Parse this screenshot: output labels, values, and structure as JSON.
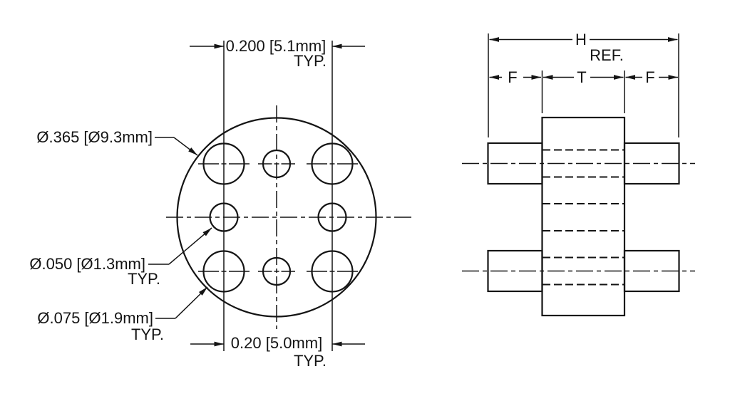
{
  "front_view": {
    "dim_top_value": "0.200 [5.1mm]",
    "dim_top_typ": "TYP.",
    "outer_dia_label": "Ø.365 [Ø9.3mm]",
    "small_hole_label": "Ø.050 [Ø1.3mm]",
    "small_hole_typ": "TYP.",
    "large_hole_label": "Ø.075 [Ø1.9mm]",
    "large_hole_typ": "TYP.",
    "dim_bottom_value": "0.20 [5.0mm]",
    "dim_bottom_typ": "TYP."
  },
  "side_view": {
    "overall_width_label": "H",
    "overall_width_suffix": "REF.",
    "flange_left_label": "F",
    "thickness_label": "T",
    "flange_right_label": "F"
  },
  "colors": {
    "ink": "#141414",
    "background": "#ffffff"
  }
}
